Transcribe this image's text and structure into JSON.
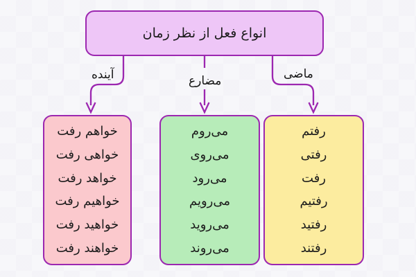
{
  "diagram": {
    "title": "انواع فعل از نظر زمان",
    "background_color": "#f7f7fa",
    "border_color": "#9c27b0",
    "title_fill": "#eec6f7",
    "branches": [
      {
        "id": "future",
        "label": "آینده",
        "fill": "#fbc9cd",
        "items": [
          "خواهم رفت",
          "خواهی رفت",
          "خواهد رفت",
          "خواهیم رفت",
          "خواهید رفت",
          "خواهند رفت"
        ]
      },
      {
        "id": "present",
        "label": "مضارع",
        "fill": "#b7ecb9",
        "items": [
          "می‌روم",
          "می‌روی",
          "می‌رود",
          "می‌رویم",
          "می‌روید",
          "می‌روند"
        ]
      },
      {
        "id": "past",
        "label": "ماضی",
        "fill": "#fcec9f",
        "items": [
          "رفتم",
          "رفتی",
          "رفت",
          "رفتیم",
          "رفتید",
          "رفتند"
        ]
      }
    ]
  }
}
